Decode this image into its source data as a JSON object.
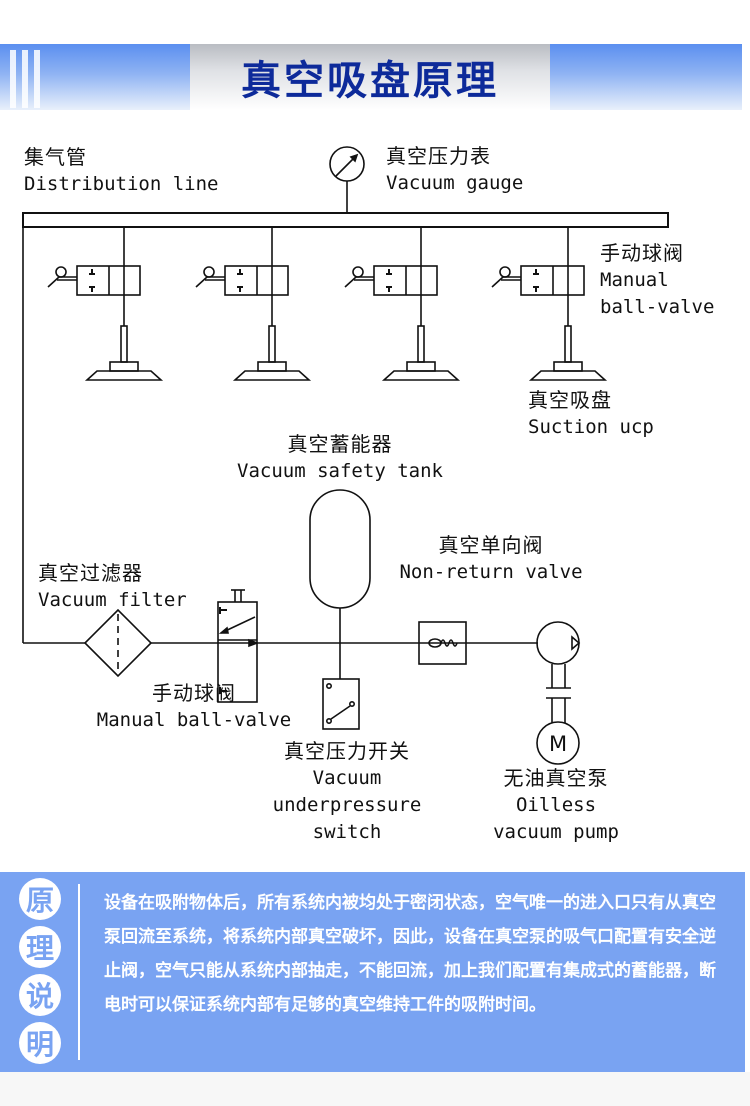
{
  "header": {
    "title": "真空吸盘原理"
  },
  "colors": {
    "title": "#0d2a9a",
    "panel_bg": "#79a3f2",
    "band_top": "#5b8ff0",
    "line": "#111111"
  },
  "diagram": {
    "distribution_line": {
      "zh": "集气管",
      "en": "Distribution line"
    },
    "vacuum_gauge": {
      "zh": "真空压力表",
      "en": "Vacuum gauge"
    },
    "manual_ball_valve_top": {
      "zh": "手动球阀",
      "en_line1": "Manual",
      "en_line2": "ball-valve"
    },
    "suction_cup": {
      "zh": "真空吸盘",
      "en": "Suction ucp"
    },
    "vacuum_tank": {
      "zh": "真空蓄能器",
      "en": "Vacuum safety tank"
    },
    "non_return_valve": {
      "zh": "真空单向阀",
      "en": "Non-return valve"
    },
    "vacuum_filter": {
      "zh": "真空过滤器",
      "en": "Vacuum filter"
    },
    "manual_ball_valve_bottom": {
      "zh": "手动球阀",
      "en": "Manual ball-valve"
    },
    "pressure_switch": {
      "zh": "真空压力开关",
      "en_line1": "Vacuum",
      "en_line2": "underpressure",
      "en_line3": "switch"
    },
    "oilless_pump": {
      "zh": "无油真空泵",
      "en_line1": "Oilless",
      "en_line2": "vacuum pump",
      "motor_label": "M"
    },
    "suction_cup_count": 4
  },
  "explanation": {
    "badges": [
      "原",
      "理",
      "说",
      "明"
    ],
    "text": "设备在吸附物体后，所有系统内被均处于密闭状态，空气唯一的进入口只有从真空泵回流至系统，将系统内部真空破坏，因此，设备在真空泵的吸气口配置有安全逆止阀，空气只能从系统内部抽走，不能回流，加上我们配置有集成式的蓄能器，断电时可以保证系统内部有足够的真空维持工件的吸附时间。"
  }
}
